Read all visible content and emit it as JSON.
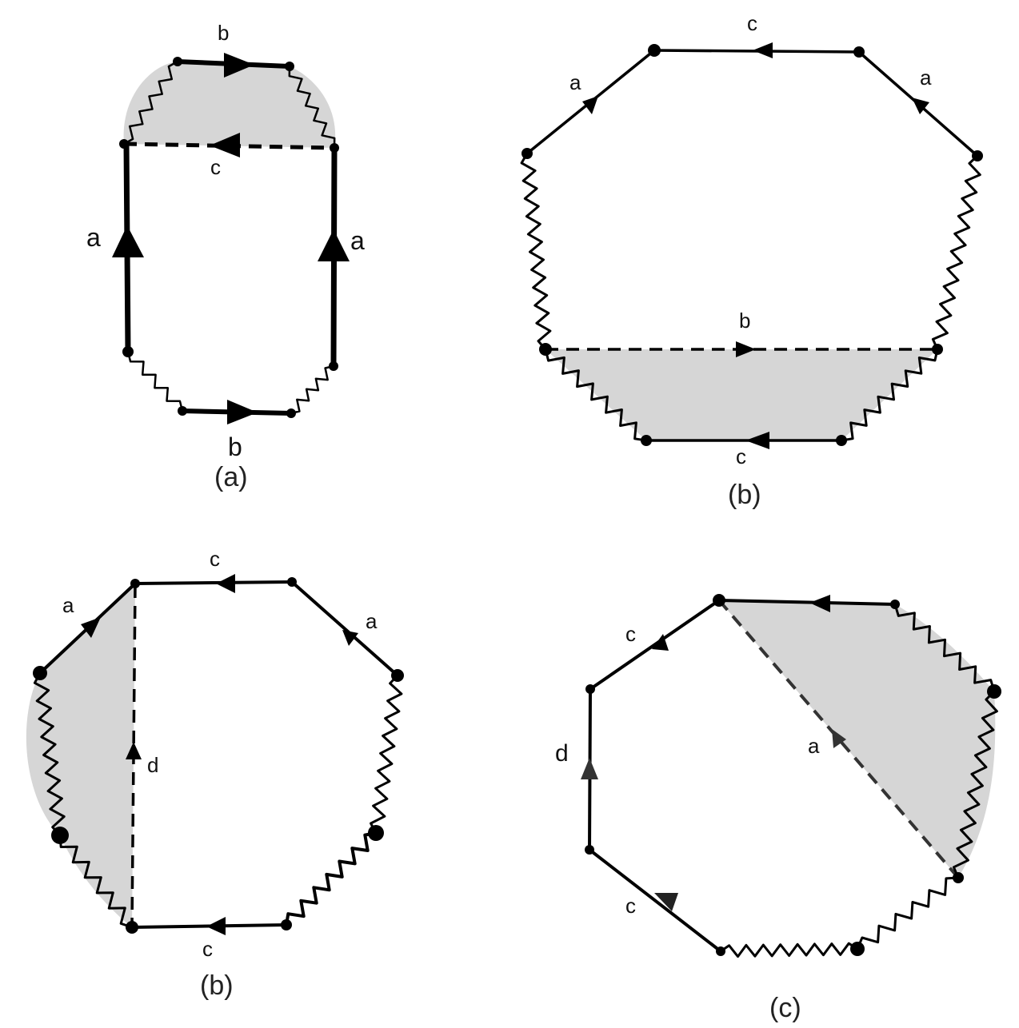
{
  "panels": [
    {
      "caption": "(a)",
      "labels": {
        "top_b": "b",
        "bottom_b": "b",
        "c": "c",
        "left_a": "a",
        "right_a": "a"
      }
    },
    {
      "caption": "(b)",
      "labels": {
        "top_c": "c",
        "left_a": "a",
        "right_a": "a",
        "b": "b",
        "bottom_c": "c"
      }
    },
    {
      "caption": "(b)",
      "labels": {
        "top_c": "c",
        "left_a": "a",
        "right_a": "a",
        "d": "d",
        "bottom_c": "c"
      }
    },
    {
      "caption": "(c)",
      "labels": {
        "top_c": "c",
        "d": "d",
        "bottom_c": "c",
        "a": "a"
      }
    }
  ]
}
